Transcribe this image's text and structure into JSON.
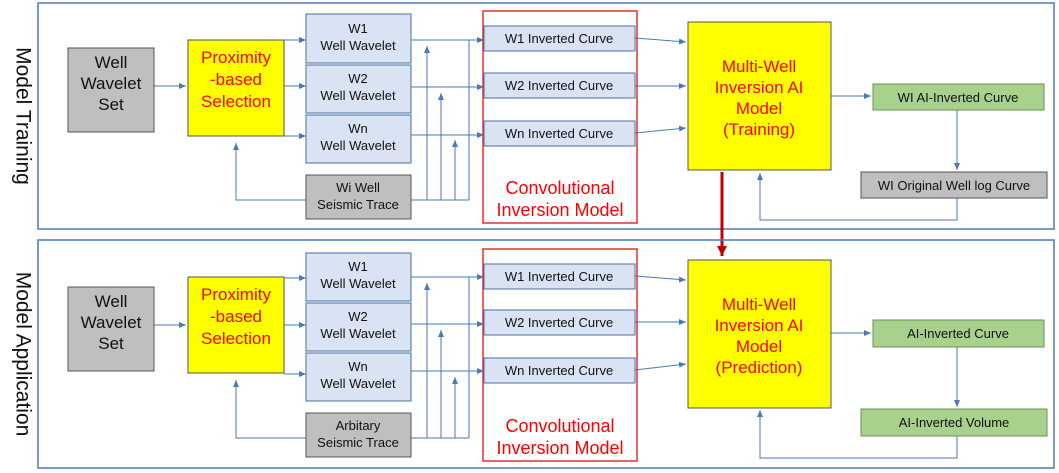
{
  "colors": {
    "panel_border": "#4a7ab5",
    "arrow": "#4a7ab5",
    "red_arrow": "#c00000",
    "gray_fill": "#bfbfbf",
    "gray_border": "#555555",
    "yellow_fill": "#ffff00",
    "wavelet_fill": "#dae3f3",
    "wavelet_border": "#4a6fa5",
    "green_fill": "#a9d18e",
    "green_border": "#6a8f55",
    "red_text": "#ff0000",
    "red_border": "#e03030"
  },
  "training": {
    "side_label": "Model Training",
    "well_wavelet_set": [
      "Well",
      "Wavelet",
      "Set"
    ],
    "selection": [
      "Proximity",
      "-based",
      "Selection"
    ],
    "w1": [
      "W1",
      "Well Wavelet"
    ],
    "w2": [
      "W2",
      "Well Wavelet"
    ],
    "wn": [
      "Wn",
      "Well Wavelet"
    ],
    "seismic": [
      "Wi Well",
      "Seismic Trace"
    ],
    "inverted_w1": "W1 Inverted Curve",
    "inverted_w2": "W2 Inverted Curve",
    "inverted_wn": "Wn Inverted Curve",
    "conv_model": [
      "Convolutional",
      "Inversion Model"
    ],
    "ai_model": [
      "Multi-Well",
      "Inversion AI",
      "Model",
      "(Training)"
    ],
    "output_1": "WI AI-Inverted Curve",
    "output_2": "WI Original Well log Curve"
  },
  "application": {
    "side_label": "Model Application",
    "well_wavelet_set": [
      "Well",
      "Wavelet",
      "Set"
    ],
    "selection": [
      "Proximity",
      "-based",
      "Selection"
    ],
    "w1": [
      "W1",
      "Well Wavelet"
    ],
    "w2": [
      "W2",
      "Well Wavelet"
    ],
    "wn": [
      "Wn",
      "Well Wavelet"
    ],
    "seismic": [
      "Arbitary",
      "Seismic Trace"
    ],
    "inverted_w1": "W1 Inverted Curve",
    "inverted_w2": "W2 Inverted Curve",
    "inverted_wn": "Wn Inverted Curve",
    "conv_model": [
      "Convolutional",
      "Inversion Model"
    ],
    "ai_model": [
      "Multi-Well",
      "Inversion AI",
      "Model",
      "(Prediction)"
    ],
    "output_1": "AI-Inverted Curve",
    "output_2": "AI-Inverted Volume"
  }
}
